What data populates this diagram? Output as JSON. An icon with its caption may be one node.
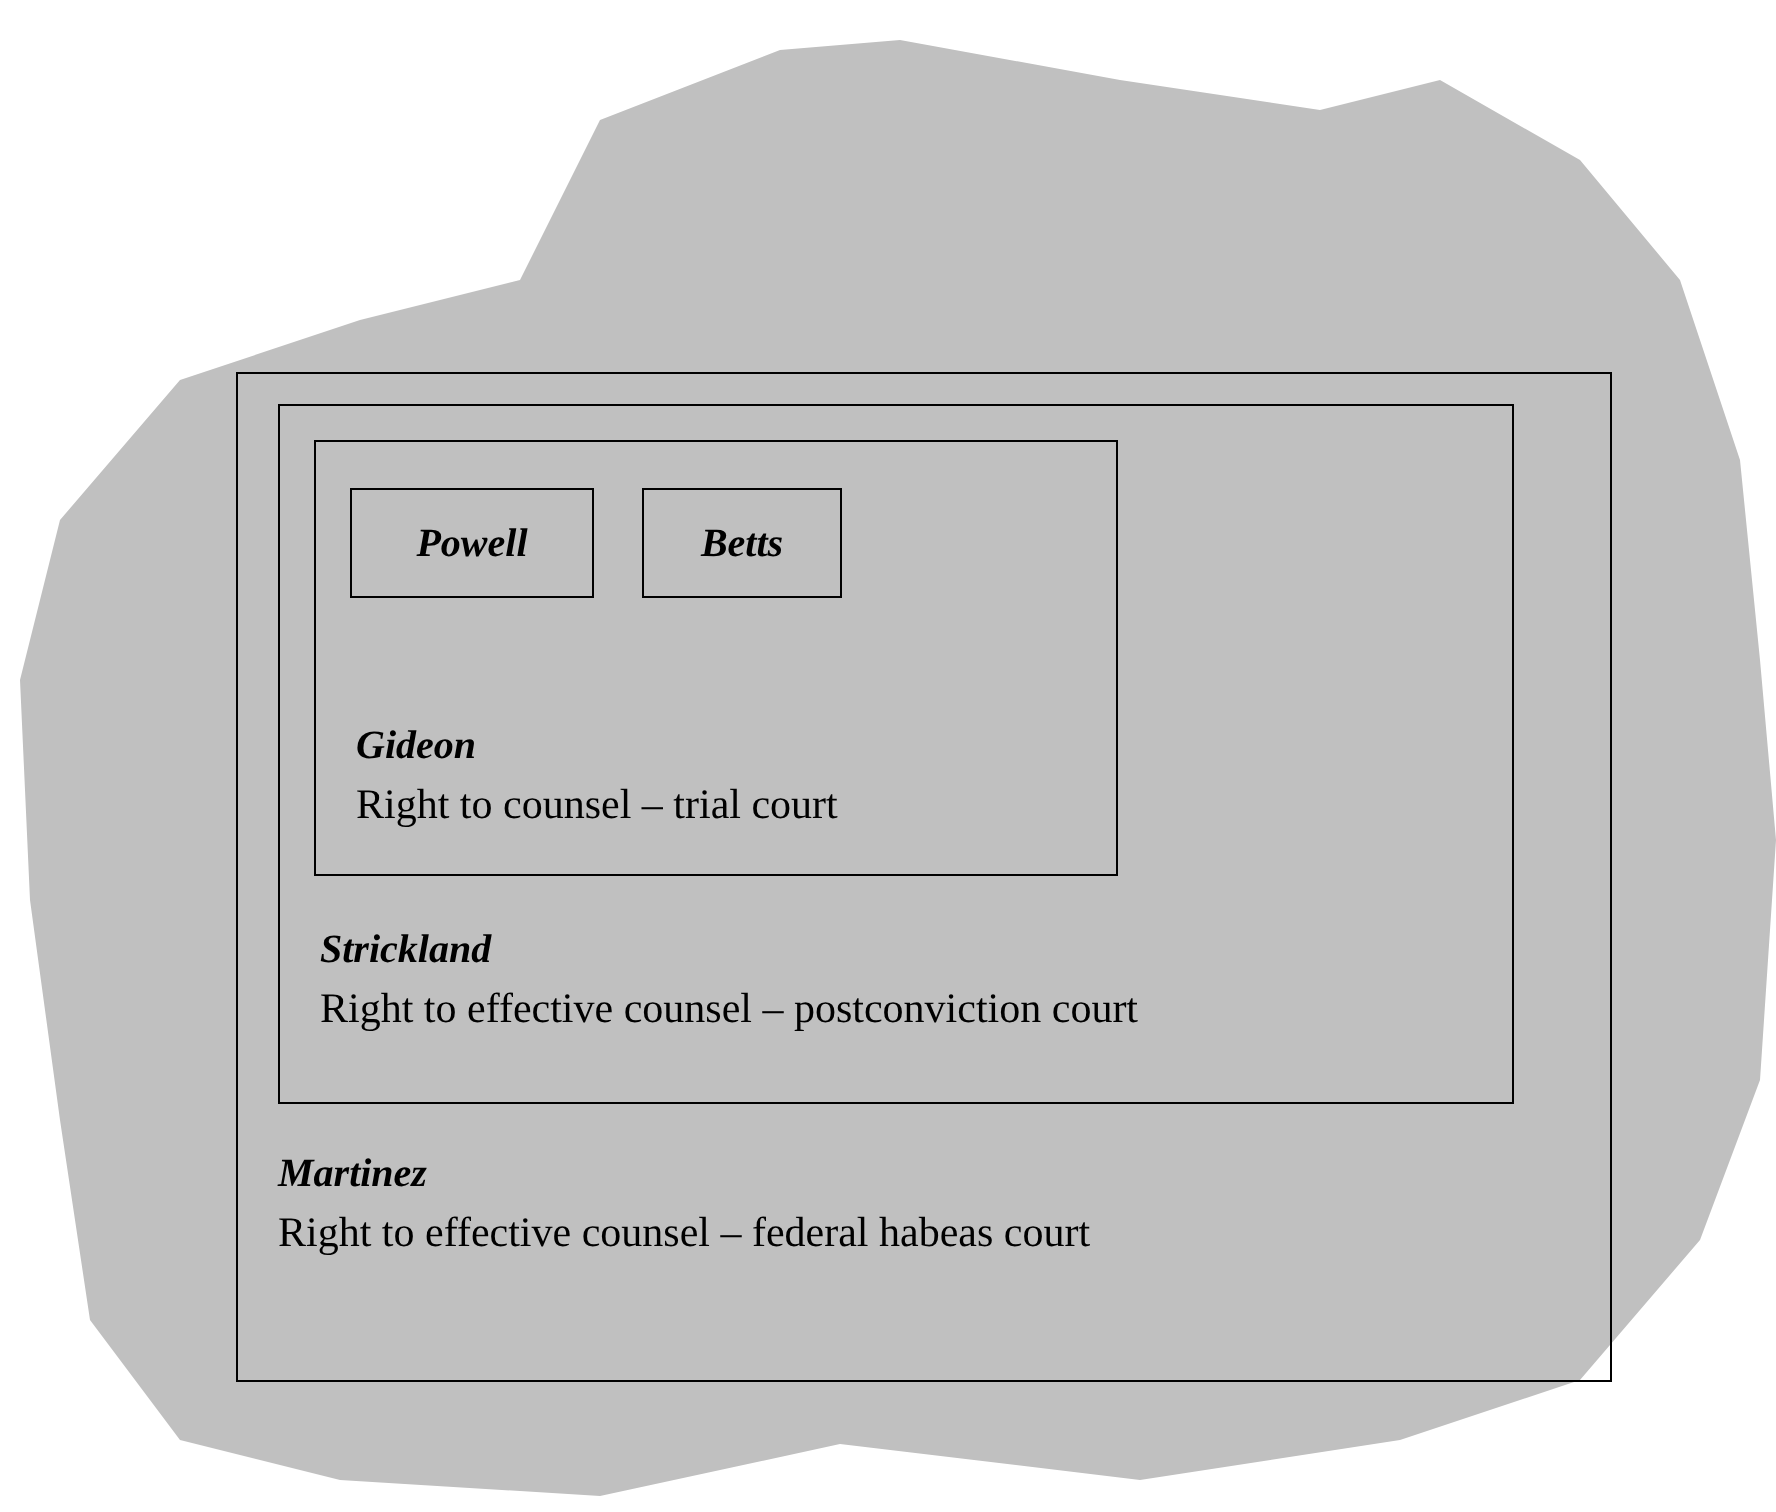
{
  "diagram": {
    "nodes": [
      {
        "text": [
          "Martinez",
          "Right to effective counsel – federal habeas court"
        ]
      },
      {
        "text": [
          "Strickland",
          "Right to effective counsel – postconviction court"
        ],
        "in": 0
      },
      {
        "text": [
          "Gideon",
          "Right to counsel – trial court"
        ],
        "in": 1
      },
      {
        "text": [
          "Powell"
        ],
        "in": 2
      },
      {
        "text": [
          "Betts"
        ],
        "in": 2
      }
    ]
  }
}
